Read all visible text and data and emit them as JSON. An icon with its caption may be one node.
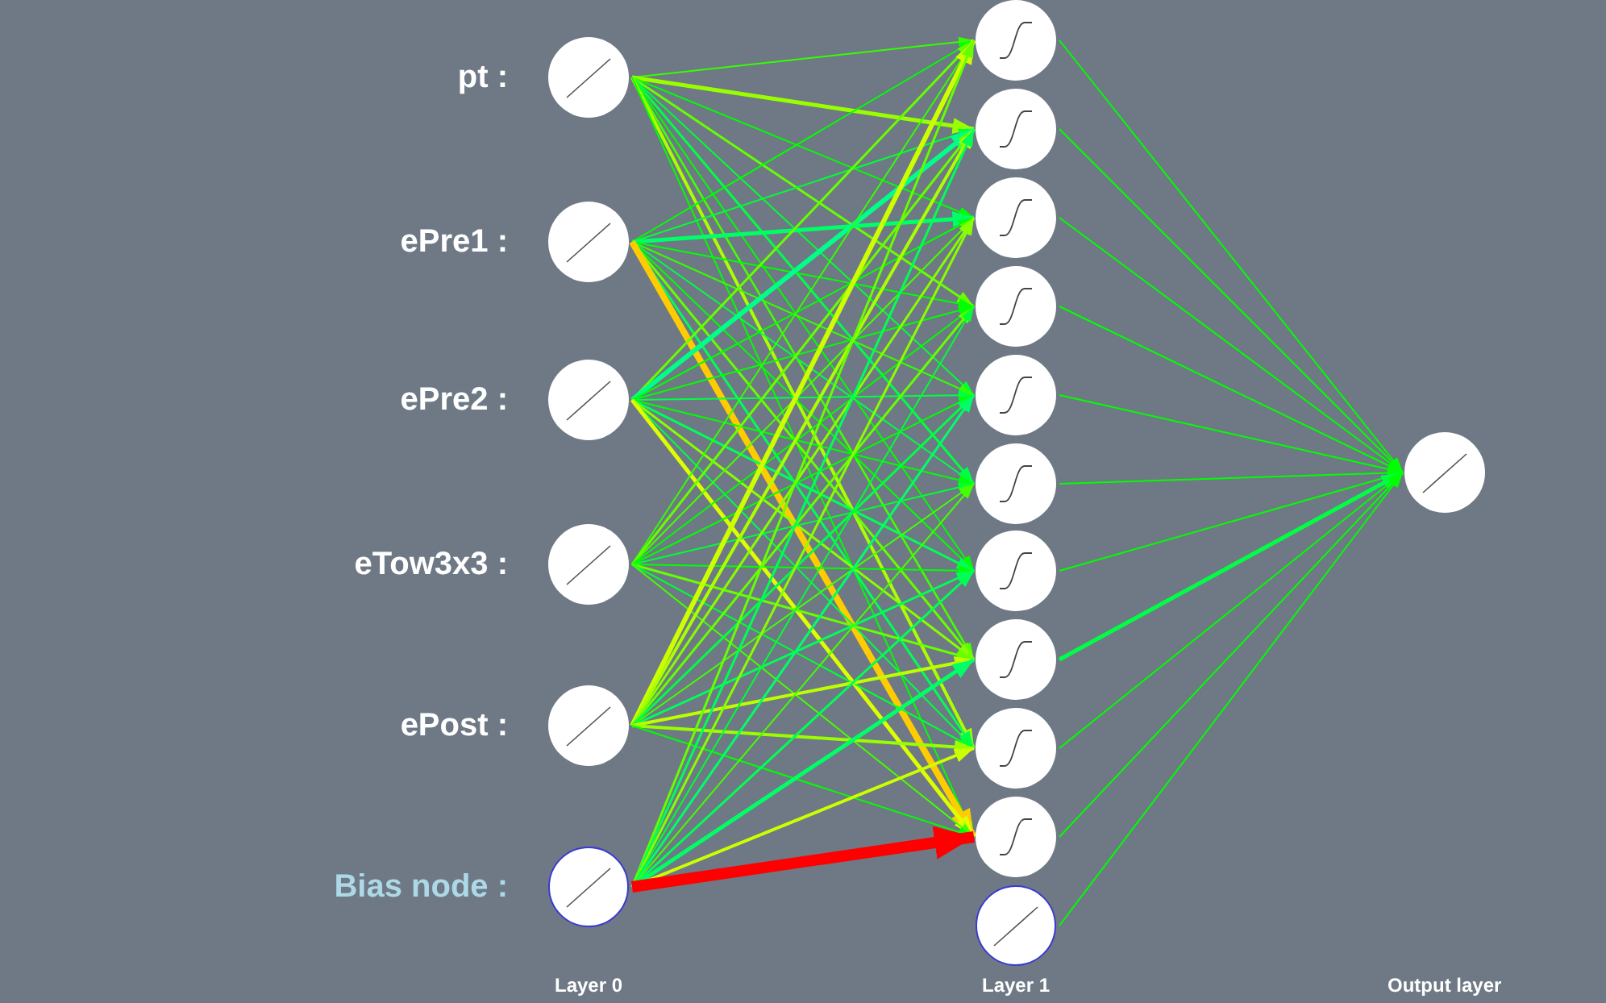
{
  "diagram": {
    "nodes": [
      {
        "text": [],
        "shape": "circle",
        "beside": [
          "pt :"
        ]
      },
      {
        "text": [],
        "shape": "circle",
        "beside": [
          "ePre1 :"
        ]
      },
      {
        "text": [],
        "shape": "circle",
        "beside": [
          "ePre2 :"
        ]
      },
      {
        "text": [],
        "shape": "circle",
        "beside": [
          "eTow3x3 :"
        ]
      },
      {
        "text": [],
        "shape": "circle",
        "beside": [
          "ePost :"
        ]
      },
      {
        "text": [],
        "shape": "circle",
        "beside": [
          "Bias node :"
        ]
      },
      {
        "text": [],
        "shape": "circle"
      },
      {
        "text": [],
        "shape": "circle"
      },
      {
        "text": [],
        "shape": "circle"
      },
      {
        "text": [],
        "shape": "circle"
      },
      {
        "text": [],
        "shape": "circle"
      },
      {
        "text": [],
        "shape": "circle"
      },
      {
        "text": [],
        "shape": "circle"
      },
      {
        "text": [],
        "shape": "circle"
      },
      {
        "text": [],
        "shape": "circle"
      },
      {
        "text": [],
        "shape": "circle"
      },
      {
        "text": [],
        "shape": "circle"
      },
      {
        "text": [],
        "shape": "circle"
      }
    ],
    "edges": [
      {
        "from": 0,
        "to": 6,
        "arrow": "to",
        "color": "#33ff00"
      },
      {
        "from": 0,
        "to": 7,
        "arrow": "to",
        "style": "thick",
        "color": "#99ff00"
      },
      {
        "from": 0,
        "to": 8,
        "arrow": "to"
      },
      {
        "from": 0,
        "to": 9,
        "arrow": "to",
        "color": "#66ff00"
      },
      {
        "from": 0,
        "to": 10,
        "arrow": "to",
        "color": "#00ff33"
      },
      {
        "from": 0,
        "to": 11,
        "arrow": "to",
        "color": "#00ff44"
      },
      {
        "from": 0,
        "to": 12,
        "arrow": "to"
      },
      {
        "from": 0,
        "to": 13,
        "arrow": "to",
        "color": "#44ff00"
      },
      {
        "from": 0,
        "to": 14,
        "arrow": "to",
        "color": "#aaff00"
      },
      {
        "from": 0,
        "to": 15,
        "arrow": "to"
      },
      {
        "from": 1,
        "to": 6,
        "arrow": "to"
      },
      {
        "from": 1,
        "to": 7,
        "arrow": "to",
        "color": "#00ff33"
      },
      {
        "from": 1,
        "to": 8,
        "arrow": "to",
        "style": "thick",
        "color": "#00ff66"
      },
      {
        "from": 1,
        "to": 9,
        "arrow": "to"
      },
      {
        "from": 1,
        "to": 10,
        "arrow": "to",
        "color": "#33ff00"
      },
      {
        "from": 1,
        "to": 11,
        "arrow": "to",
        "color": "#00ff44"
      },
      {
        "from": 1,
        "to": 12,
        "arrow": "to"
      },
      {
        "from": 1,
        "to": 13,
        "arrow": "to",
        "color": "#66ff00"
      },
      {
        "from": 1,
        "to": 14,
        "arrow": "to",
        "color": "#00ff55"
      },
      {
        "from": 1,
        "to": 15,
        "arrow": "to",
        "style": "thick",
        "color": "#ffcc00"
      },
      {
        "from": 2,
        "to": 6,
        "arrow": "to",
        "color": "#66ff00"
      },
      {
        "from": 2,
        "to": 7,
        "arrow": "to",
        "style": "thick",
        "color": "#00ff88"
      },
      {
        "from": 2,
        "to": 8,
        "arrow": "to"
      },
      {
        "from": 2,
        "to": 9,
        "arrow": "to"
      },
      {
        "from": 2,
        "to": 10,
        "arrow": "to",
        "color": "#00ff44"
      },
      {
        "from": 2,
        "to": 11,
        "arrow": "to"
      },
      {
        "from": 2,
        "to": 12,
        "arrow": "to",
        "color": "#00ff55"
      },
      {
        "from": 2,
        "to": 13,
        "arrow": "to",
        "color": "#88ff00"
      },
      {
        "from": 2,
        "to": 14,
        "arrow": "to",
        "color": "#00ff44"
      },
      {
        "from": 2,
        "to": 15,
        "arrow": "to",
        "style": "thick",
        "color": "#ddff00"
      },
      {
        "from": 3,
        "to": 6,
        "arrow": "to",
        "color": "#33ff00"
      },
      {
        "from": 3,
        "to": 7,
        "arrow": "to",
        "color": "#66ff00"
      },
      {
        "from": 3,
        "to": 8,
        "arrow": "to",
        "color": "#44ff00"
      },
      {
        "from": 3,
        "to": 9,
        "arrow": "to"
      },
      {
        "from": 3,
        "to": 10,
        "arrow": "to"
      },
      {
        "from": 3,
        "to": 11,
        "arrow": "to",
        "color": "#00ff33"
      },
      {
        "from": 3,
        "to": 12,
        "arrow": "to"
      },
      {
        "from": 3,
        "to": 13,
        "arrow": "to",
        "color": "#66ff00"
      },
      {
        "from": 3,
        "to": 14,
        "arrow": "to",
        "color": "#00ff33"
      },
      {
        "from": 3,
        "to": 15,
        "arrow": "to",
        "color": "#44ff00"
      },
      {
        "from": 4,
        "to": 6,
        "arrow": "to",
        "style": "thick",
        "color": "#ccff00"
      },
      {
        "from": 4,
        "to": 7,
        "arrow": "to",
        "color": "#aaff00"
      },
      {
        "from": 4,
        "to": 8,
        "arrow": "to",
        "color": "#88ff00"
      },
      {
        "from": 4,
        "to": 9,
        "arrow": "to",
        "color": "#66ff00"
      },
      {
        "from": 4,
        "to": 10,
        "arrow": "to",
        "color": "#00ff44"
      },
      {
        "from": 4,
        "to": 11,
        "arrow": "to",
        "color": "#44ff00"
      },
      {
        "from": 4,
        "to": 12,
        "arrow": "to",
        "color": "#00ff55"
      },
      {
        "from": 4,
        "to": 13,
        "arrow": "to",
        "color": "#bbff00"
      },
      {
        "from": 4,
        "to": 14,
        "arrow": "to",
        "color": "#99ff00"
      },
      {
        "from": 4,
        "to": 15,
        "arrow": "to"
      },
      {
        "from": 5,
        "to": 6,
        "arrow": "to",
        "color": "#66ff00"
      },
      {
        "from": 5,
        "to": 7,
        "arrow": "to",
        "color": "#00ff55"
      },
      {
        "from": 5,
        "to": 8,
        "arrow": "to",
        "color": "#88ff00"
      },
      {
        "from": 5,
        "to": 9,
        "arrow": "to",
        "color": "#00ff33"
      },
      {
        "from": 5,
        "to": 10,
        "arrow": "to",
        "color": "#00ff66"
      },
      {
        "from": 5,
        "to": 11,
        "arrow": "to",
        "color": "#44ff00"
      },
      {
        "from": 5,
        "to": 12,
        "arrow": "to",
        "color": "#00ff55"
      },
      {
        "from": 5,
        "to": 13,
        "arrow": "to",
        "style": "thick",
        "color": "#00ff66"
      },
      {
        "from": 5,
        "to": 14,
        "arrow": "to",
        "color": "#ccff00"
      },
      {
        "from": 5,
        "to": 15,
        "arrow": "to",
        "style": "thick",
        "color": "#ff0000"
      },
      {
        "from": 6,
        "to": 17,
        "arrow": "to"
      },
      {
        "from": 7,
        "to": 17,
        "arrow": "to"
      },
      {
        "from": 8,
        "to": 17,
        "arrow": "to"
      },
      {
        "from": 9,
        "to": 17,
        "arrow": "to"
      },
      {
        "from": 10,
        "to": 17,
        "arrow": "to"
      },
      {
        "from": 11,
        "to": 17,
        "arrow": "to"
      },
      {
        "from": 12,
        "to": 17,
        "arrow": "to"
      },
      {
        "from": 13,
        "to": 17,
        "arrow": "to",
        "style": "thick",
        "color": "#00ff44"
      },
      {
        "from": 14,
        "to": 17,
        "arrow": "to"
      },
      {
        "from": 15,
        "to": 17,
        "arrow": "to"
      },
      {
        "from": 16,
        "to": 17,
        "arrow": "to"
      }
    ],
    "labels": [
      "Layer 0",
      "Layer 1",
      "Output layer"
    ]
  }
}
